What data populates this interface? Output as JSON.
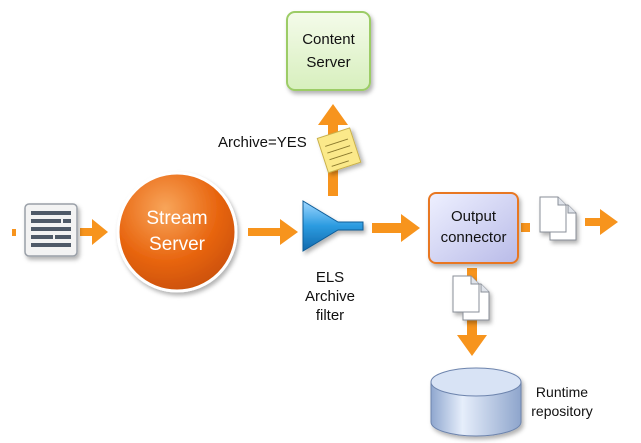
{
  "nodes": {
    "content_server": {
      "line1": "Content",
      "line2": "Server"
    },
    "stream_server": {
      "line1": "Stream",
      "line2": "Server"
    },
    "archive_flag": "Archive=YES",
    "els_filter": {
      "line1": "ELS",
      "line2": "Archive",
      "line3": "filter"
    },
    "output_connector": {
      "line1": "Output",
      "line2": "connector"
    },
    "runtime_repository": {
      "line1": "Runtime",
      "line2": "repository"
    }
  },
  "icons": {
    "input": "text-document-icon",
    "archive": "sticky-note-icon",
    "filter": "funnel-filter-icon",
    "output": "documents-stack-icon",
    "repository": "database-cylinder-icon"
  },
  "colors": {
    "arrow": "#f7941d",
    "stream_server": "#e8650f",
    "content_server_fill": "#e4f5cf",
    "content_server_border": "#9ccc66",
    "output_connector_fill": "#c7c9ee",
    "output_connector_border": "#e87722",
    "filter": "#2b9be0",
    "repository": "#b8c9e6"
  }
}
